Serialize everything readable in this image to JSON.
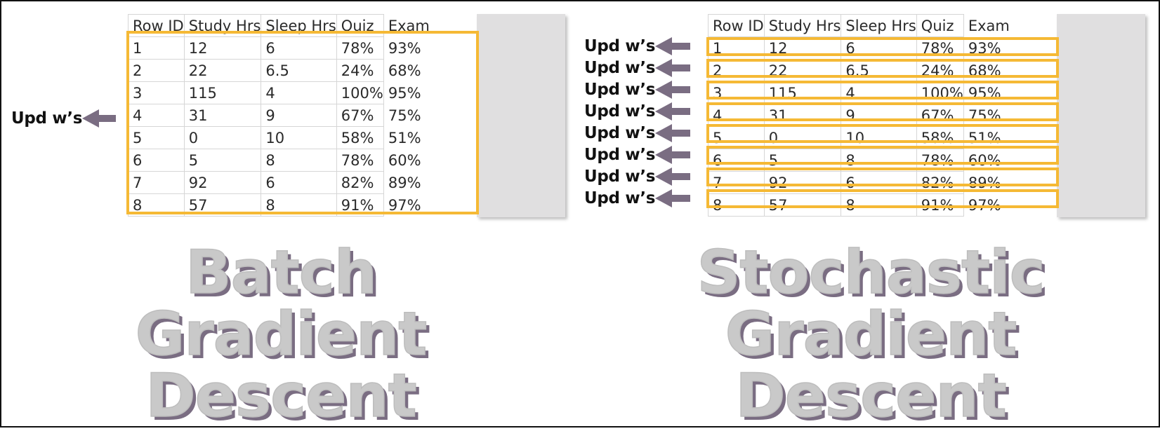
{
  "table": {
    "headers": [
      "Row ID",
      "Study Hrs",
      "Sleep Hrs",
      "Quiz",
      "Exam"
    ],
    "rows": [
      [
        "1",
        "12",
        "6",
        "78%",
        "93%"
      ],
      [
        "2",
        "22",
        "6.5",
        "24%",
        "68%"
      ],
      [
        "3",
        "115",
        "4",
        "100%",
        "95%"
      ],
      [
        "4",
        "31",
        "9",
        "67%",
        "75%"
      ],
      [
        "5",
        "0",
        "10",
        "58%",
        "51%"
      ],
      [
        "6",
        "5",
        "8",
        "78%",
        "60%"
      ],
      [
        "7",
        "92",
        "6",
        "82%",
        "89%"
      ],
      [
        "8",
        "57",
        "8",
        "91%",
        "97%"
      ]
    ]
  },
  "update_label": "Upd w’s",
  "batch": {
    "title_lines": [
      "Batch",
      "Gradient",
      "Descent"
    ]
  },
  "stochastic": {
    "title_lines": [
      "Stochastic",
      "Gradient",
      "Descent"
    ]
  },
  "colors": {
    "highlight_box": "#f5b935",
    "arrow": "#7a6d82",
    "title_fill": "#c9c9c9",
    "title_shadow": "#7a6d82",
    "target_column_bg": "#e0dfe0"
  }
}
